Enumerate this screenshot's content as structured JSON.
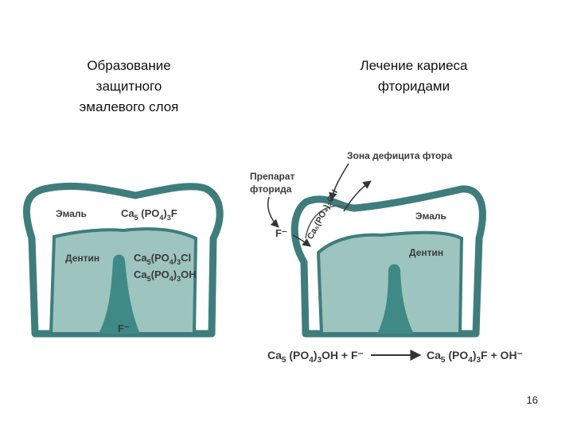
{
  "slide": {
    "title_left": "Образование\nзащитного\nэмалевого слоя",
    "title_right": "Лечение кариеса\nфторидами",
    "page_number": "16"
  },
  "left_tooth": {
    "enamel_label": "Эмаль",
    "enamel_formula": {
      "main": "Ca",
      "s1": "5",
      "mid": " (PO",
      "s2": "4",
      "mid2": ")",
      "s3": "3",
      "end": "F"
    },
    "dentin_label": "Дентин",
    "formula_cl": {
      "main": "Ca",
      "s1": "5",
      "mid": "(PO",
      "s2": "4",
      "mid2": ")",
      "s3": "3",
      "end": "Cl"
    },
    "formula_oh": {
      "main": "Ca",
      "s1": "5",
      "mid": "(PO",
      "s2": "4",
      "mid2": ")",
      "s3": "3",
      "end": "OH"
    },
    "fluoride_label": "F⁻"
  },
  "right_tooth": {
    "deficit_zone_label": "Зона дефицита фтора",
    "preparation_label_line1": "Препарат",
    "preparation_label_line2": "фторида",
    "fluoride_label": "F⁻",
    "rotated_formula": "Ca₅(PO₄)₃OH",
    "enamel_label": "Эмаль",
    "dentin_label": "Дентин"
  },
  "equation": {
    "left": {
      "main": "Ca",
      "s1": "5",
      "mid": " (PO",
      "s2": "4",
      "mid2": ")",
      "s3": "3",
      "end": "OH + F⁻"
    },
    "right": {
      "main": "Ca",
      "s1": "5",
      "mid": " (PO",
      "s2": "4",
      "mid2": ")",
      "s3": "3",
      "end": "F + OH⁻"
    }
  },
  "colors": {
    "enamel_fill": "#ffffff",
    "tooth_outline": "#3f7d7d",
    "dentin_fill": "#9dc4be",
    "pulp_fill": "#3f8a86",
    "label_text": "#3a3a3a"
  }
}
